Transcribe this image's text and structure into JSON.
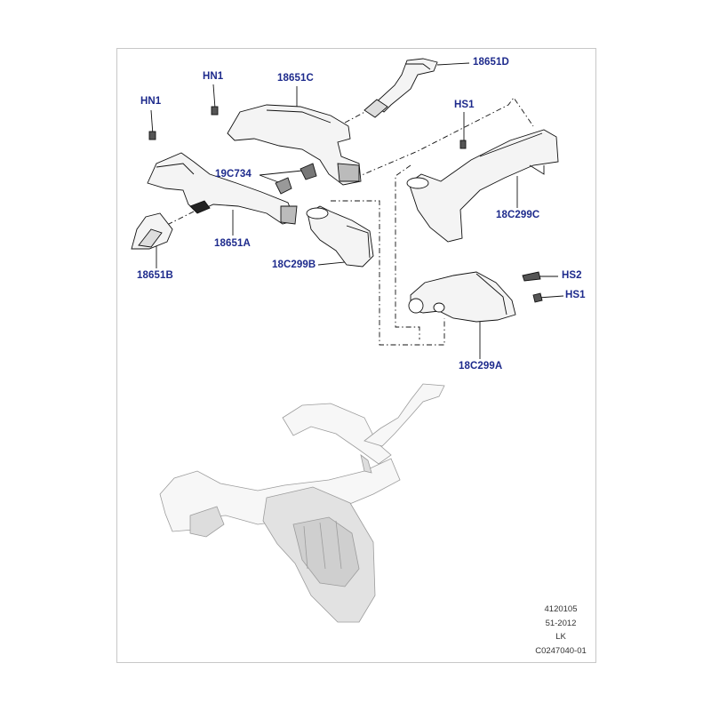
{
  "labels": {
    "hn1_left": "HN1",
    "hn1_top": "HN1",
    "p18651c": "18651C",
    "p18651d": "18651D",
    "hs1_top": "HS1",
    "p19c734": "19C734",
    "p18651a": "18651A",
    "p18651b": "18651B",
    "p18c299b": "18C299B",
    "p18c299c": "18C299C",
    "hs2": "HS2",
    "hs1_right": "HS1",
    "p18c299a": "18C299A"
  },
  "reference": {
    "line1": "4120105",
    "line2": "51-2012",
    "line3": "LK",
    "line4": "C0247040-01"
  },
  "colors": {
    "label_blue": "#1d2a8c",
    "line_black": "#111111",
    "ghost_gray": "#bdbdbd"
  }
}
